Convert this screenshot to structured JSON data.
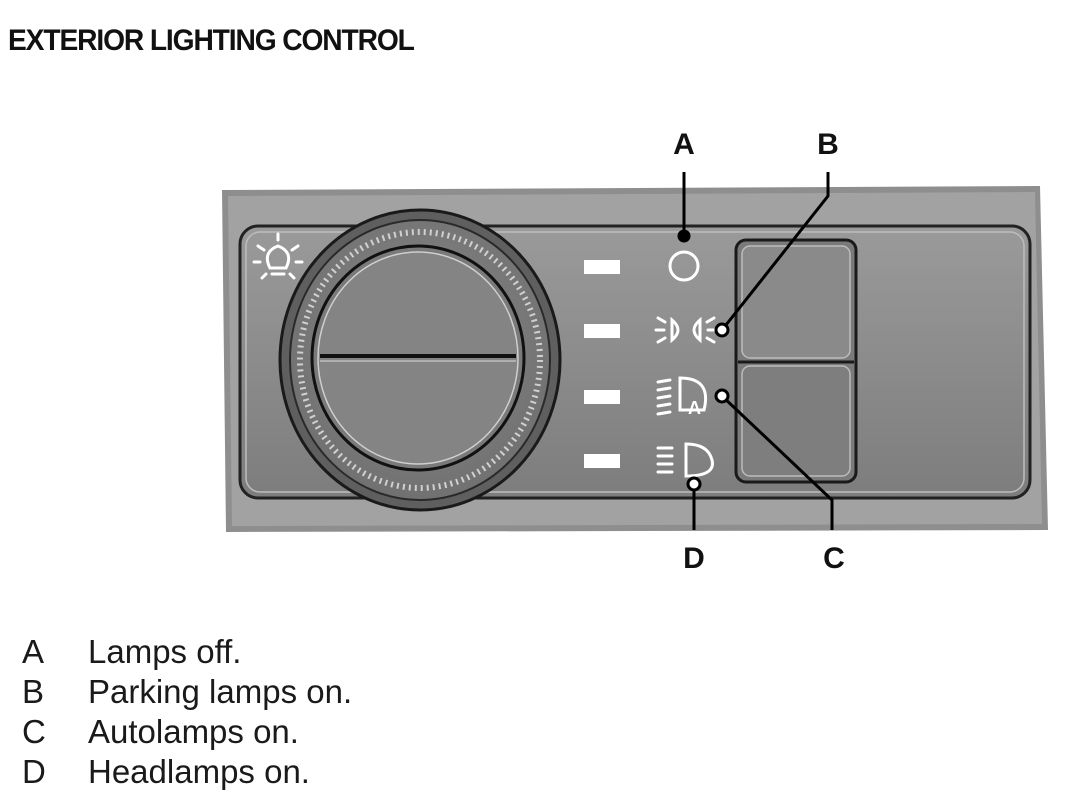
{
  "title": "EXTERIOR LIGHTING CONTROL",
  "callouts": [
    "A",
    "B",
    "C",
    "D"
  ],
  "icons": [
    "exterior-lamp-icon",
    "off-icon",
    "parking-lamps-icon",
    "autolamps-icon",
    "headlamps-icon"
  ],
  "autolamps_icon_letter": "A",
  "legend": [
    {
      "letter": "A",
      "text": "Lamps off."
    },
    {
      "letter": "B",
      "text": "Parking lamps on."
    },
    {
      "letter": "C",
      "text": "Autolamps on."
    },
    {
      "letter": "D",
      "text": "Headlamps on."
    }
  ]
}
